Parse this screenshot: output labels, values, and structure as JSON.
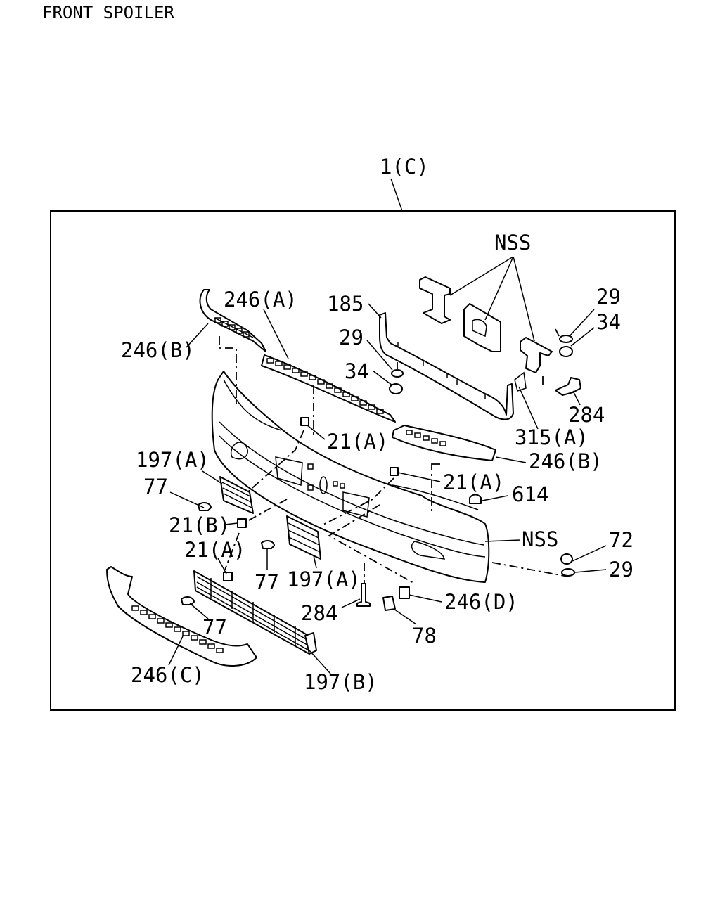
{
  "title": "FRONT SPOILER",
  "group_label": "1(C)",
  "callouts": {
    "nss_top": "NSS",
    "p29_top": "29",
    "p34_top": "34",
    "p185": "185",
    "p246a": "246(A)",
    "p29_mid": "29",
    "p246b_left": "246(B)",
    "p34_mid": "34",
    "p284_right": "284",
    "p315a": "315(A)",
    "p21a_top": "21(A)",
    "p246b_right": "246(B)",
    "p197a_left": "197(A)",
    "p21a_mid": "21(A)",
    "p77_left": "77",
    "p614": "614",
    "p21b": "21(B)",
    "nss_right": "NSS",
    "p21a_low": "21(A)",
    "p72": "72",
    "p29_low": "29",
    "p77_mid": "77",
    "p197a_mid": "197(A)",
    "p246d": "246(D)",
    "p284_low": "284",
    "p77_low": "77",
    "p78": "78",
    "p246c": "246(C)",
    "p197b": "197(B)"
  }
}
